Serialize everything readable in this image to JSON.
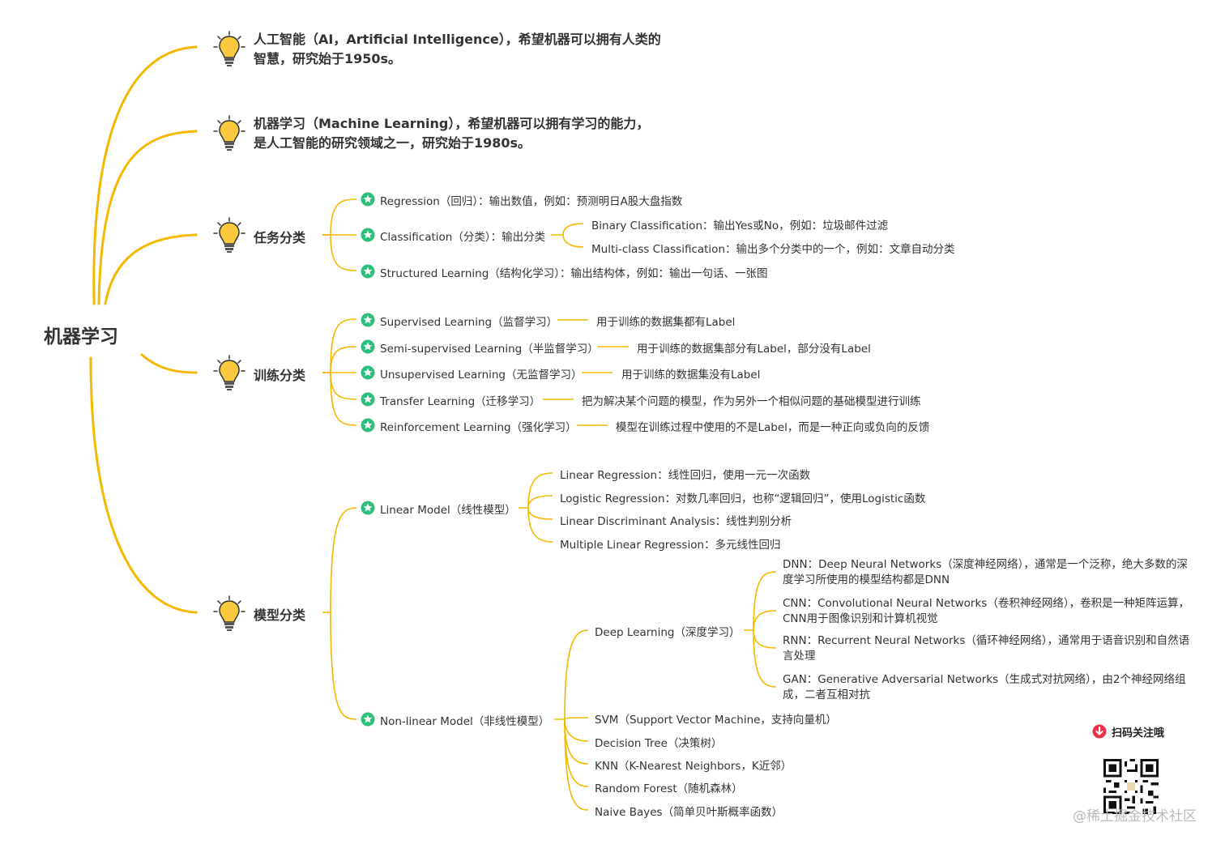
{
  "root": {
    "label": "机器学习"
  },
  "intro": [
    {
      "line1": "人工智能（AI，Artificial Intelligence），希望机器可以拥有人类的",
      "line2": "智慧，研究始于1950s。"
    },
    {
      "line1": "机器学习（Machine Learning），希望机器可以拥有学习的能力，",
      "line2": "是人工智能的研究领域之一，研究始于1980s。"
    }
  ],
  "task": {
    "label": "任务分类",
    "regression": "Regression（回归）：输出数值，例如：预测明日A股大盘指数",
    "classification": "Classification（分类）：输出分类",
    "binary": "Binary Classification：输出Yes或No，例如：垃圾邮件过滤",
    "multiclass": "Multi-class Classification：输出多个分类中的一个，例如：文章自动分类",
    "structured": "Structured Learning（结构化学习）：输出结构体，例如：输出一句话、一张图"
  },
  "training": {
    "label": "训练分类",
    "items": [
      {
        "name": "Supervised Learning（监督学习）",
        "desc": "用于训练的数据集都有Label"
      },
      {
        "name": "Semi-supervised Learning（半监督学习）",
        "desc": "用于训练的数据集部分有Label，部分没有Label"
      },
      {
        "name": "Unsupervised Learning（无监督学习）",
        "desc": "用于训练的数据集没有Label"
      },
      {
        "name": "Transfer Learning（迁移学习）",
        "desc": "把为解决某个问题的模型，作为另外一个相似问题的基础模型进行训练"
      },
      {
        "name": "Reinforcement Learning（强化学习）",
        "desc": "模型在训练过程中使用的不是Label，而是一种正向或负向的反馈"
      }
    ]
  },
  "model": {
    "label": "模型分类",
    "linear": {
      "label": "Linear Model（线性模型）",
      "items": [
        "Linear Regression：线性回归，使用一元一次函数",
        "Logistic Regression：对数几率回归，也称“逻辑回归”，使用Logistic函数",
        "Linear Discriminant Analysis：线性判别分析",
        "Multiple Linear Regression：多元线性回归"
      ]
    },
    "nonlinear": {
      "label": "Non-linear Model（非线性模型）",
      "deep": {
        "label": "Deep Learning（深度学习）",
        "items": [
          "DNN：Deep Neural Networks（深度神经网络），通常是一个泛称，绝大多数的深度学习所使用的模型结构都是DNN",
          "CNN：Convolutional Neural Networks（卷积神经网络），卷积是一种矩阵运算，CNN用于图像识别和计算机视觉",
          "RNN：Recurrent Neural Networks（循环神经网络），通常用于语音识别和自然语言处理",
          "GAN：Generative Adversarial Networks（生成式对抗网络），由2个神经网络组成，二者互相对抗"
        ]
      },
      "others": [
        "SVM（Support Vector Machine，支持向量机）",
        "Decision Tree（决策树）",
        "KNN（K-Nearest Neighbors，K近邻）",
        "Random Forest（随机森林）",
        "Naive Bayes（简单贝叶斯概率函数）"
      ]
    }
  },
  "qr": {
    "label": "扫码关注哦"
  },
  "watermark": "@稀土掘金技术社区",
  "colors": {
    "line": "#F5B800",
    "bulb": "#FBC93D",
    "star": "#2DC07A"
  },
  "icons": {
    "bulb": "lightbulb-icon",
    "star": "star-badge-icon",
    "arrow": "arrow-down-circle-icon"
  }
}
